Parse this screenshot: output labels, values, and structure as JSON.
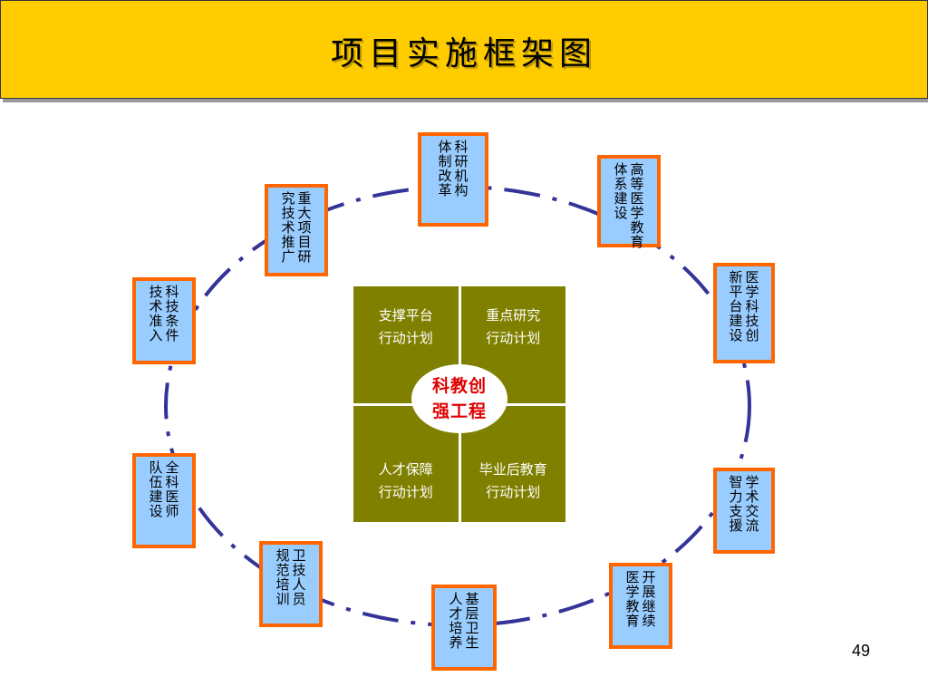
{
  "title": "项目实施框架图",
  "page_number": "49",
  "center": {
    "cells": [
      {
        "line1": "支撑平台",
        "line2": "行动计划"
      },
      {
        "line1": "重点研究",
        "line2": "行动计划"
      },
      {
        "line1": "人才保障",
        "line2": "行动计划"
      },
      {
        "line1": "毕业后教育",
        "line2": "行动计划"
      }
    ],
    "hub": {
      "line1": "科教创",
      "line2": "强工程"
    }
  },
  "nodes": [
    {
      "col_right": "科研机构",
      "col_left": "体制改革"
    },
    {
      "col_right": "高等医学教育",
      "col_left": "体系建设"
    },
    {
      "col_right": "医学科技创",
      "col_left": "新平台建设"
    },
    {
      "col_right": "学术交流",
      "col_left": "智力支援"
    },
    {
      "col_right": "开展继续",
      "col_left": "医学教育"
    },
    {
      "col_right": "基层卫生",
      "col_left": "人才培养"
    },
    {
      "col_right": "卫技人员",
      "col_left": "规范培训"
    },
    {
      "col_right": "全科医师",
      "col_left": "队伍建设"
    },
    {
      "col_right": "科技条件",
      "col_left": "技术准入"
    },
    {
      "col_right": "重大项目研",
      "col_left": "究技术推广"
    }
  ],
  "colors": {
    "title_bar": "#ffcc00",
    "node_fill": "#99ccff",
    "node_border": "#ff6600",
    "grid_fill": "#808000",
    "ring": "#333399",
    "hub_text": "#e00000"
  }
}
